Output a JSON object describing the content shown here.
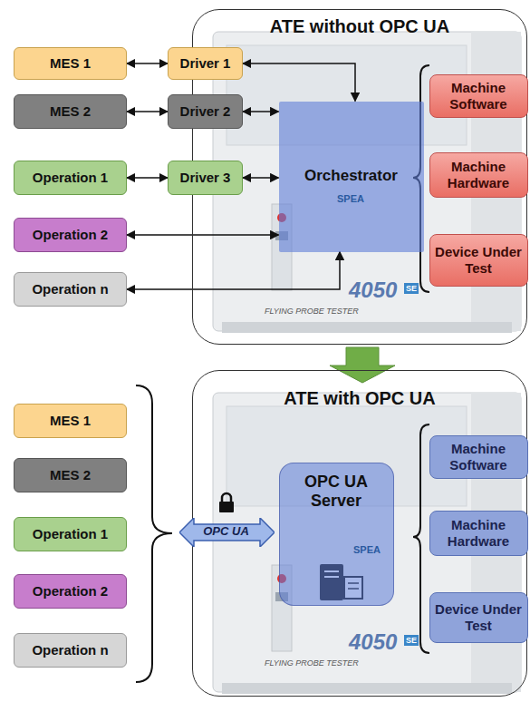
{
  "diagram": {
    "nodes": [
      {
        "text": [
          "ATE without OPC UA"
        ]
      },
      {
        "text": [
          "MES 1"
        ]
      },
      {
        "text": [
          "Driver 1"
        ]
      },
      {
        "text": [
          "MES 2"
        ]
      },
      {
        "text": [
          "Driver 2"
        ]
      },
      {
        "text": [
          "Orchestrator"
        ],
        "in": 0
      },
      {
        "text": [
          "Machine Software"
        ],
        "in": 0
      },
      {
        "text": [
          "Operation 1"
        ]
      },
      {
        "text": [
          "Driver 3"
        ]
      },
      {
        "text": [
          "Machine Hardware"
        ],
        "in": 0
      },
      {
        "text": [
          "Operation 2"
        ]
      },
      {
        "text": [
          "Device Under Test"
        ],
        "in": 0
      },
      {
        "text": [
          "Operation n"
        ]
      },
      {
        "text": [
          "ATE with OPC UA"
        ]
      },
      {
        "text": [
          "MES 1"
        ]
      },
      {
        "text": [
          "Machine Software"
        ],
        "in": 13
      },
      {
        "text": [
          "MES 2"
        ]
      },
      {
        "text": [
          "OPC UA Server"
        ],
        "in": 13
      },
      {
        "text": [
          "Operation 1"
        ]
      },
      {
        "text": [
          "OPC UA"
        ]
      },
      {
        "text": [
          "Machine Hardware"
        ],
        "in": 13
      },
      {
        "text": [
          "Operation 2"
        ]
      },
      {
        "text": [
          "Device Under Test"
        ],
        "in": 13
      },
      {
        "text": [
          "Operation n"
        ]
      }
    ],
    "edges": [
      {
        "from": 1,
        "to": 2,
        "arrow": "both"
      },
      {
        "from": 2,
        "to": 5,
        "arrow": "both"
      },
      {
        "from": 3,
        "to": 4,
        "arrow": "both"
      },
      {
        "from": 4,
        "to": 5,
        "arrow": "both"
      },
      {
        "from": 7,
        "to": 8,
        "arrow": "both"
      },
      {
        "from": 8,
        "to": 5,
        "arrow": "both"
      },
      {
        "from": 10,
        "to": 5,
        "arrow": "both"
      },
      {
        "from": 12,
        "to": 5,
        "arrow": "both"
      }
    ],
    "labels": [
      "SPEA",
      "4050",
      "SE",
      "FLYING PROBE TESTER",
      "SPEA",
      "4050",
      "SE",
      "FLYING PROBE TESTER"
    ]
  }
}
